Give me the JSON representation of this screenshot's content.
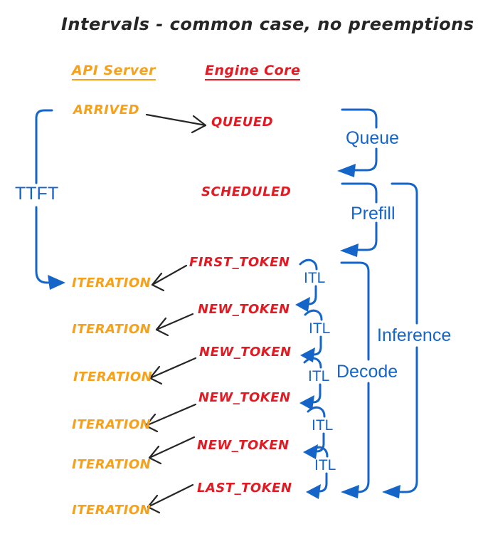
{
  "title": "Intervals - common case, no preemptions",
  "columns": {
    "api_server": "API Server",
    "engine_core": "Engine Core"
  },
  "events": {
    "arrived": "ARRIVED",
    "queued": "QUEUED",
    "scheduled": "SCHEDULED",
    "first_token": "FIRST_TOKEN",
    "new_token": "NEW_TOKEN",
    "last_token": "LAST_TOKEN",
    "iteration": "ITERATION"
  },
  "intervals": {
    "ttft": "TTFT",
    "queue": "Queue",
    "prefill": "Prefill",
    "itl": "ITL",
    "decode": "Decode",
    "inference": "Inference"
  },
  "counts": {
    "iteration_labels": 6,
    "new_token_labels": 4,
    "itl_labels": 5
  },
  "colors": {
    "api_orange": "#f5a11c",
    "engine_red": "#e01b24",
    "interval_blue": "#1565c8",
    "ink_black": "#262626",
    "background": "#ffffff"
  }
}
